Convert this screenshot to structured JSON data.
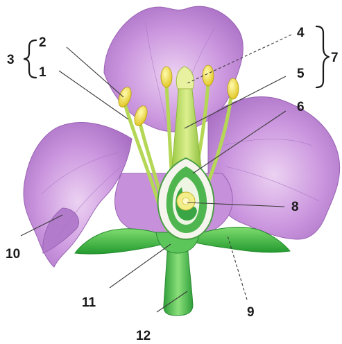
{
  "diagram": {
    "labels": {
      "l1": "1",
      "l2": "2",
      "l3": "3",
      "l4": "4",
      "l5": "5",
      "l6": "6",
      "l7": "7",
      "l8": "8",
      "l9": "9",
      "l10": "10",
      "l11": "11",
      "l12": "12"
    },
    "colors": {
      "petal": "#c990dd",
      "petal_dark": "#a067bd",
      "petal_light": "#e6c6ee",
      "stem": "#4fc24f",
      "filament": "#b8da58",
      "anther": "#f2de3a",
      "ovary_wall": "#59bd57",
      "ovule": "#f4ee8a",
      "sepal": "#38b83e"
    }
  }
}
